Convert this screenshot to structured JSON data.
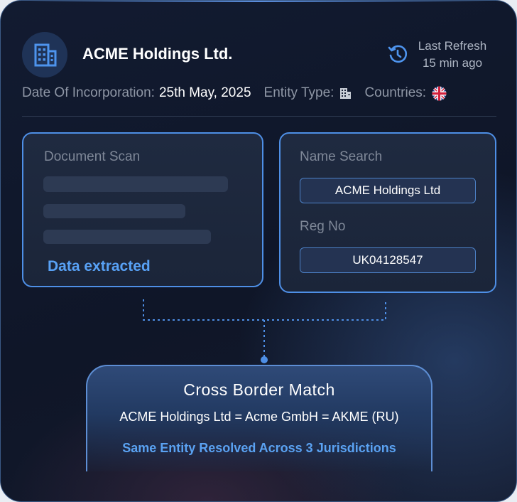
{
  "header": {
    "company_name": "ACME Holdings Ltd.",
    "refresh_label": "Last Refresh",
    "refresh_time": "15 min ago",
    "logo_icon": "building-icon",
    "refresh_icon": "history-icon"
  },
  "meta": {
    "incorporation_label": "Date Of Incorporation:",
    "incorporation_value": "25th May, 2025",
    "entity_type_label": "Entity Type:",
    "entity_type_icon": "building-icon",
    "countries_label": "Countries:",
    "country_flag_icon": "uk-flag-icon"
  },
  "document_scan": {
    "title": "Document Scan",
    "status": "Data extracted"
  },
  "name_search": {
    "title": "Name Search",
    "name_value": "ACME Holdings Ltd",
    "reg_label": "Reg No",
    "reg_value": "UK04128547"
  },
  "match": {
    "title": "Cross Border Match",
    "equation": "ACME Holdings Ltd = Acme GmbH = AKME (RU)",
    "result": "Same Entity Resolved Across 3 Jurisdictions"
  },
  "colors": {
    "accent": "#4e8fe6",
    "accent_text": "#58a1f5",
    "card_bg": "#111a2e"
  }
}
